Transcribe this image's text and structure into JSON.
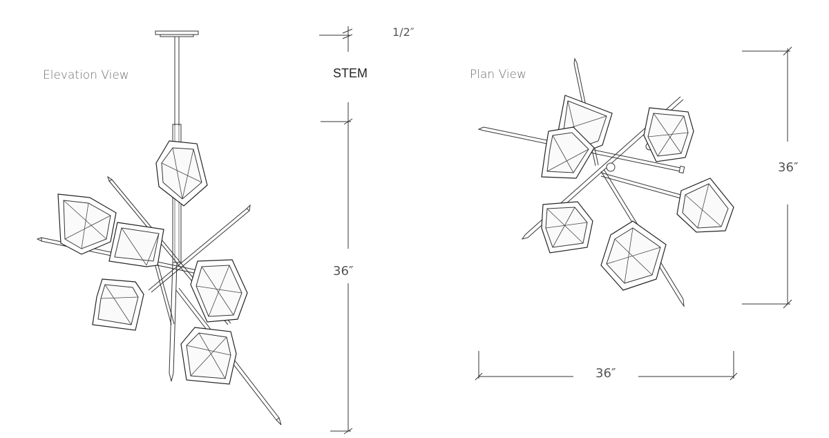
{
  "labels": {
    "elevation": "Elevation View",
    "plan": "Plan View",
    "stem": "STEM"
  },
  "dimensions": {
    "canopy_thickness": "1/2″",
    "elevation_height": "36″",
    "plan_width": "36″",
    "plan_depth": "36″"
  },
  "colors": {
    "line": "#333333",
    "label": "#6e6e6e",
    "background": "#ffffff"
  }
}
